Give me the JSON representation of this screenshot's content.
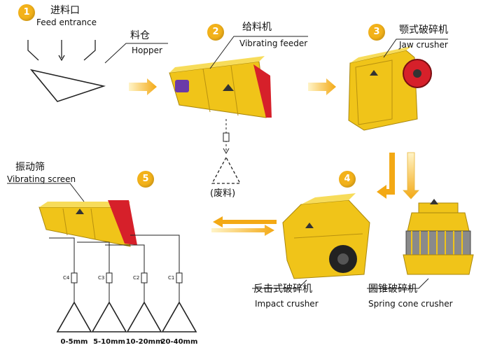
{
  "feed_entrance": {
    "cn": "进料口",
    "en": "Feed entrance"
  },
  "hopper": {
    "cn": "料仓",
    "en": "Hopper"
  },
  "vibrating_feeder": {
    "cn": "给料机",
    "en": "Vibrating feeder"
  },
  "jaw_crusher": {
    "cn": "颚式破碎机",
    "en": "Jaw crusher"
  },
  "waste": {
    "cn": "(废料)"
  },
  "vibrating_screen": {
    "cn": "振动筛",
    "en": "Vibrating screen"
  },
  "impact_crusher": {
    "cn": "反击式破碎机",
    "en": "Impact crusher"
  },
  "cone_crusher": {
    "cn": "圆锥破碎机",
    "en": "Spring cone crusher"
  },
  "steps": [
    "1",
    "2",
    "3",
    "4",
    "5"
  ],
  "outputs": [
    {
      "code": "C4",
      "size": "0-5mm"
    },
    {
      "code": "C3",
      "size": "5-10mm"
    },
    {
      "code": "C2",
      "size": "10-20mm"
    },
    {
      "code": "C1",
      "size": "20-40mm"
    }
  ],
  "colors": {
    "step": "#f3b21a",
    "machine_yellow": "#f0c419",
    "machine_red": "#d6202a",
    "arrow": "#f4b424"
  }
}
